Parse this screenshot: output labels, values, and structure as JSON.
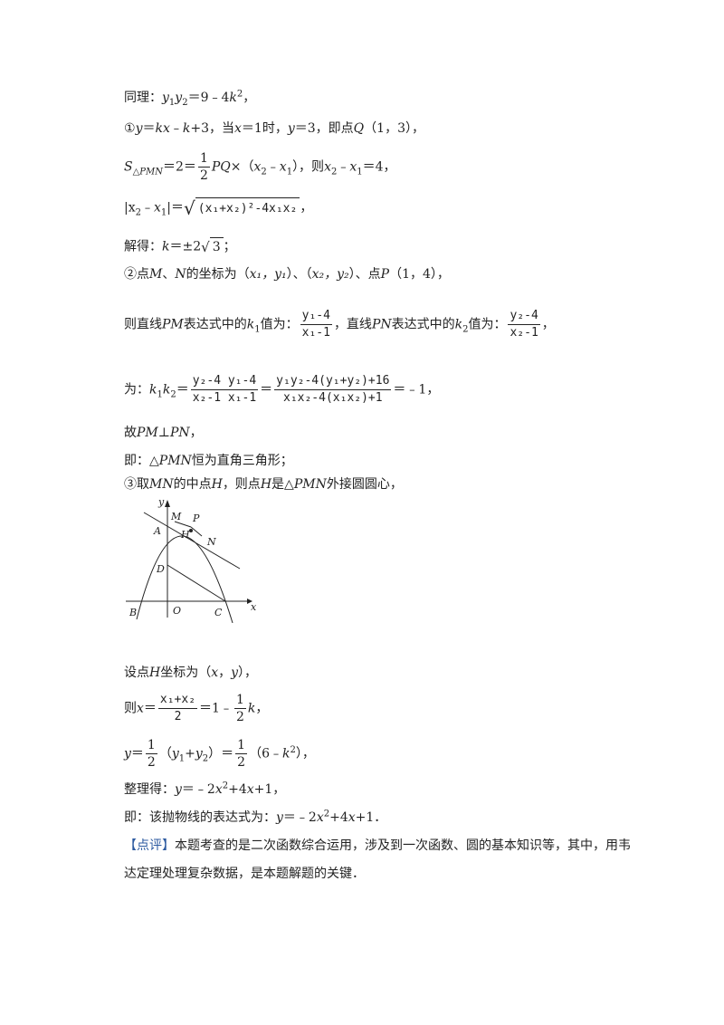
{
  "lines": {
    "l1": {
      "a": "同理：",
      "b": "y",
      "c": "1",
      "d": "y",
      "e": "2",
      "f": "＝9﹣4",
      "g": "k",
      "h": "2",
      "i": "，"
    },
    "l2": {
      "a": "①",
      "b": "y",
      "c": "＝",
      "d": "kx",
      "e": "﹣",
      "f": "k",
      "g": "+3，当",
      "h": "x",
      "i": "＝1时，",
      "j": "y",
      "k": "＝3，即点",
      "l": "Q",
      "m": "（1，3），"
    },
    "l3": {
      "a": "S",
      "b": "△PMN",
      "c": "＝2＝",
      "d_num": "1",
      "d_den": "2",
      "e": "PQ",
      "f": "×（",
      "g": "x",
      "h": "2",
      "i": "﹣",
      "j": "x",
      "k": "1",
      "l": "），则",
      "m": "x",
      "n": "2",
      "o": "﹣",
      "p": "x",
      "q": "1",
      "r": "＝4，"
    },
    "l4": {
      "a": "|x",
      "b": "2",
      "c": "﹣",
      "d": "x",
      "e": "1",
      "f": "|＝",
      "g": "(x₁+x₂)²-4x₁x₂",
      "h": "，"
    },
    "l5": {
      "a": "解得：",
      "b": "k",
      "c": "＝±2",
      "d": "3",
      "e": "；"
    },
    "l6": {
      "a": "②点",
      "b": "M",
      "c": "、",
      "d": "N",
      "e": "的坐标为（",
      "f": "x₁，y₁",
      "g": "）、（",
      "h": "x₂，y₂",
      "i": "）、点",
      "j": "P",
      "k": "（1，4），"
    },
    "l7": {
      "a": "则直线",
      "b": "PM",
      "c": "表达式中的",
      "d": "k",
      "e": "1",
      "f": "值为：",
      "g_num": "y₁-4",
      "g_den": "x₁-1",
      "h": "，直线",
      "i": "PN",
      "j": "表达式中的",
      "k": "k",
      "l": "2",
      "m": "值为：",
      "n_num": "y₂-4",
      "n_den": "x₂-1",
      "o": "，"
    },
    "l8": {
      "a": "为：",
      "b": "k",
      "c": "1",
      "d": "k",
      "e": "2",
      "f": "＝",
      "g_num": "y₂-4 y₁-4",
      "g_den": "x₂-1 x₁-1",
      "h": "＝",
      "i_num": "y₁y₂-4(y₁+y₂)+16",
      "i_den": "x₁x₂-4(x₁x₂)+1",
      "j": "＝﹣1，"
    },
    "l9": {
      "a": "故",
      "b": "PM",
      "c": "⊥",
      "d": "PN",
      "e": "，"
    },
    "l10": {
      "a": "即：△",
      "b": "PMN",
      "c": "恒为直角三角形；"
    },
    "l11": {
      "a": "③取",
      "b": "MN",
      "c": "的中点",
      "d": "H",
      "e": "，则点",
      "f": "H",
      "g": "是△",
      "h": "PMN",
      "i": "外接圆圆心，"
    },
    "l12": {
      "a": "设点",
      "b": "H",
      "c": "坐标为（",
      "d": "x",
      "e": "，",
      "f": "y",
      "g": "），"
    },
    "l13": {
      "a": "则",
      "b": "x",
      "c": "＝",
      "d_num": "x₁+x₂",
      "d_den": "2",
      "e": "＝1﹣",
      "f_num": "1",
      "f_den": "2",
      "g": "k",
      "h": "，"
    },
    "l14": {
      "a": "y",
      "b": "＝",
      "c_num": "1",
      "c_den": "2",
      "d": "（",
      "e": "y",
      "f": "1",
      "g": "+",
      "h": "y",
      "i": "2",
      "j": "）＝",
      "k_num": "1",
      "k_den": "2",
      "l": "（6﹣",
      "m": "k",
      "n": "2",
      "o": "），"
    },
    "l15": {
      "a": "整理得：",
      "b": "y",
      "c": "＝﹣2",
      "d": "x",
      "e": "2",
      "f": "+4",
      "g": "x",
      "h": "+1，"
    },
    "l16": {
      "a": "即：该抛物线的表达式为：",
      "b": "y",
      "c": "＝﹣2",
      "d": "x",
      "e": "2",
      "f": "+4",
      "g": "x",
      "h": "+1．"
    },
    "l17": {
      "tag": "【点评】",
      "text": "本题考查的是二次函数综合运用，涉及到一次函数、圆的基本知识等，其中，用韦"
    },
    "l18": {
      "text": "达定理处理复杂数据，是本题解题的关键．"
    }
  },
  "figure": {
    "labels": {
      "y": "y",
      "x": "x",
      "M": "M",
      "P": "P",
      "A": "A",
      "H": "H",
      "N": "N",
      "D": "D",
      "O": "O",
      "B": "B",
      "C": "C"
    }
  },
  "colors": {
    "text": "#222222",
    "comment_tag": "#2c5aa0"
  }
}
